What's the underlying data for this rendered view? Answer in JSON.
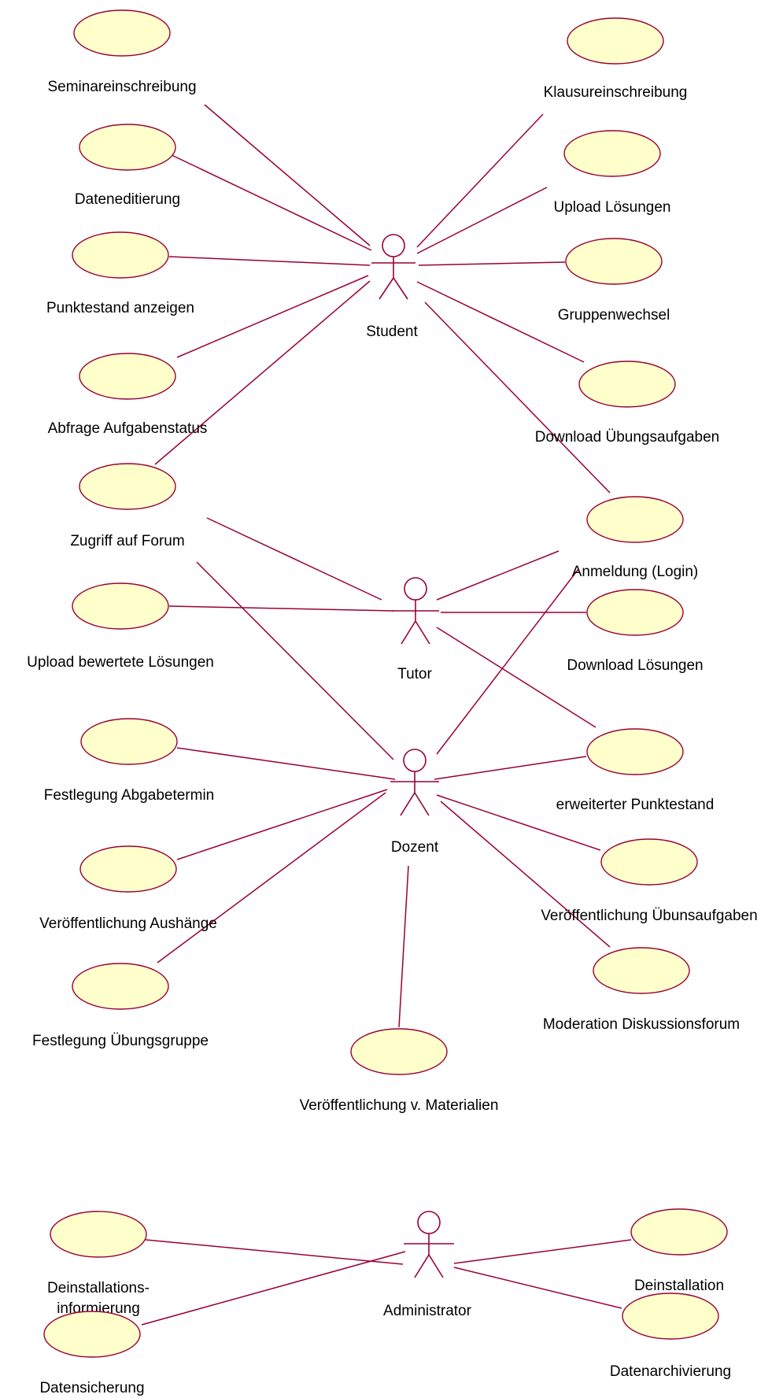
{
  "actors": {
    "student": "Student",
    "tutor": "Tutor",
    "dozent": "Dozent",
    "administrator": "Administrator"
  },
  "usecases": {
    "seminareinschreibung": "Seminareinschreibung",
    "klausureinschreibung": "Klausureinschreibung",
    "dateneditierung": "Dateneditierung",
    "upload_loesungen": "Upload Lösungen",
    "punktestand_anzeigen": "Punktestand anzeigen",
    "gruppenwechsel": "Gruppenwechsel",
    "abfrage_aufgabenstatus": "Abfrage Aufgabenstatus",
    "download_uebungsaufgaben": "Download Übungsaufgaben",
    "zugriff_forum": "Zugriff auf Forum",
    "anmeldung_login": "Anmeldung (Login)",
    "upload_bewertete_loesungen": "Upload bewertete Lösungen",
    "download_loesungen": "Download Lösungen",
    "festlegung_abgabetermin": "Festlegung Abgabetermin",
    "erweiterter_punktestand": "erweiterter  Punktestand",
    "veroeffentlichung_aushaenge": "Veröffentlichung Aushänge",
    "veroeffentlichung_uebungsaufgaben": "Veröffentlichung Übunsaufgaben",
    "festlegung_uebungsgruppe": "Festlegung Übungsgruppe",
    "moderation_diskussionsforum": "Moderation Diskussionsforum",
    "veroeffentlichung_materialien": "Veröffentlichung v. Materialien",
    "deinstallationsinformierung_line1": "Deinstallations-",
    "deinstallationsinformierung_line2": "informierung",
    "deinstallation": "Deinstallation",
    "datensicherung": "Datensicherung",
    "datenarchivierung": "Datenarchivierung"
  },
  "colors": {
    "line": "#990033",
    "usecase_fill": "#ffffcc",
    "text": "#000000"
  }
}
